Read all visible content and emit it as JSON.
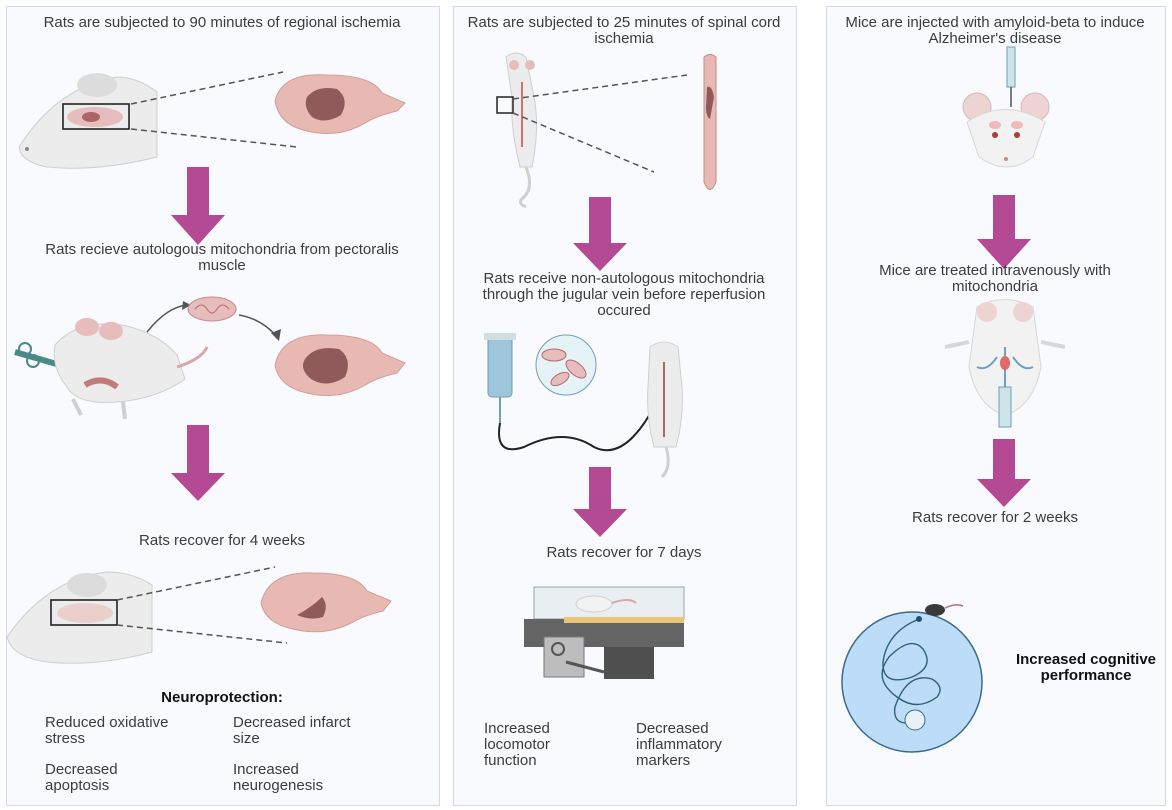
{
  "panel1": {
    "step1": "Rats are subjected to 90 minutes of regional ischemia",
    "step2": "Rats recieve autologous mitochondria from pectoralis muscle",
    "step3": "Rats recover for 4 weeks",
    "outcome_title": "Neuroprotection:",
    "outcomes": [
      "Reduced oxidative stress",
      "Decreased infarct size",
      "Decreased apoptosis",
      "Increased neurogenesis"
    ]
  },
  "panel2": {
    "step1": "Rats are subjected to 25 minutes of spinal cord ischemia",
    "step2": "Rats receive non-autologous mitochondria through the jugular vein before reperfusion occured",
    "step3": "Rats recover for 7 days",
    "outcomes": [
      "Increased locomotor function",
      "Decreased inflammatory markers"
    ]
  },
  "panel3": {
    "step1": "Mice are injected with amyloid-beta to induce Alzheimer's disease",
    "step2": "Mice are treated intravenously with mitochondria",
    "step3": "Rats recover for 2 weeks",
    "outcome": "Increased cognitive performance"
  },
  "colors": {
    "arrow": "#b54a94",
    "panel_bg": "#f8fafd",
    "rat_body": "#ececec",
    "brain": "#e7b9b2",
    "infarct": "#8f5a59",
    "water_maze": "#bcdcf7"
  }
}
